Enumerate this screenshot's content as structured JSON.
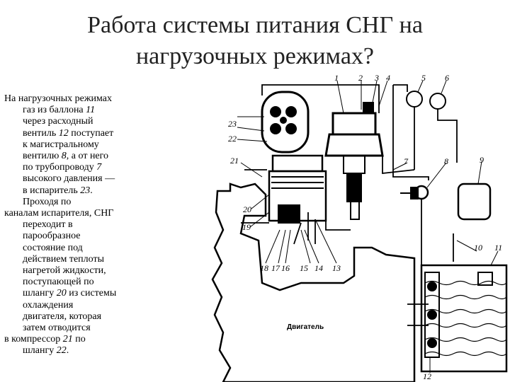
{
  "title": {
    "line1": "Работа системы питания СНГ на",
    "line2": "нагрузочных режимах?"
  },
  "text": {
    "p1": [
      [
        "На нагрузочных режимах"
      ],
      [
        "газ из баллона ",
        "11"
      ],
      [
        "через расходный"
      ],
      [
        "вентиль ",
        "12",
        " поступает"
      ],
      [
        "к магистральному"
      ],
      [
        "вентилю ",
        "8",
        ", а от него"
      ],
      [
        "по трубопроводу ",
        "7"
      ],
      [
        "высокого давления —"
      ],
      [
        "в испаритель ",
        "23",
        "."
      ],
      [
        "Проходя по"
      ]
    ],
    "p2": [
      [
        "каналам испарителя, СНГ"
      ],
      [
        "переходит в"
      ],
      [
        "парообразное"
      ],
      [
        "состояние  под"
      ],
      [
        "действием теплоты"
      ],
      [
        "нагретой жидкости,"
      ],
      [
        "поступающей по"
      ],
      [
        "шлангу ",
        "20",
        " из системы"
      ],
      [
        "охлаждения"
      ],
      [
        "двигателя, которая"
      ],
      [
        "затем отводится"
      ]
    ],
    "p3": [
      [
        "в компрессор ",
        "21",
        " по"
      ],
      [
        "шлангу ",
        "22",
        "."
      ]
    ]
  },
  "diagram": {
    "engine_label": "Двигатель",
    "callouts": [
      "1",
      "2",
      "3",
      "4",
      "5",
      "6",
      "7",
      "8",
      "9",
      "10",
      "11",
      "12",
      "13",
      "14",
      "15",
      "16",
      "17",
      "18",
      "19",
      "20",
      "21",
      "22",
      "23"
    ]
  }
}
